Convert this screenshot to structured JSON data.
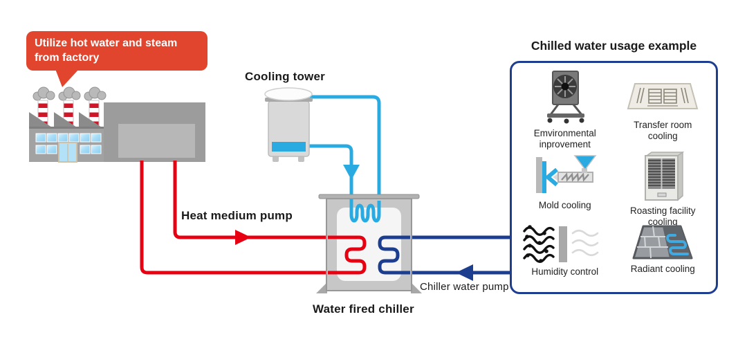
{
  "bubble": {
    "text": "Utilize hot water and steam\nfrom factory"
  },
  "labels": {
    "cooling_tower": "Cooling tower",
    "heat_medium_pump": "Heat medium pump",
    "chiller_water_pump": "Chiller water pump",
    "water_fired_chiller": "Water fired chiller"
  },
  "panel": {
    "title": "Chilled water usage example",
    "items": [
      {
        "label": "Emvironmental\ninprovement",
        "icon": "industrial-fan-icon"
      },
      {
        "label": "Transfer room\ncooling",
        "icon": "ceiling-cassette-ac-icon"
      },
      {
        "label": "Mold cooling",
        "icon": "injection-mold-machine-icon"
      },
      {
        "label": "Roasting facility\ncooling",
        "icon": "roasting-cabinet-icon"
      },
      {
        "label": "Humidity control",
        "icon": "humidity-airflow-icon"
      },
      {
        "label": "Radiant cooling",
        "icon": "radiant-floor-icon"
      }
    ]
  },
  "colors": {
    "hot_red": "#e60012",
    "bubble_red": "#e2452e",
    "cooling_blue": "#29abe2",
    "chilled_navy": "#1d3d8f",
    "panel_border": "#1d3d8f",
    "factory_gray": "#9c9c9c",
    "text": "#1a1a1a"
  }
}
